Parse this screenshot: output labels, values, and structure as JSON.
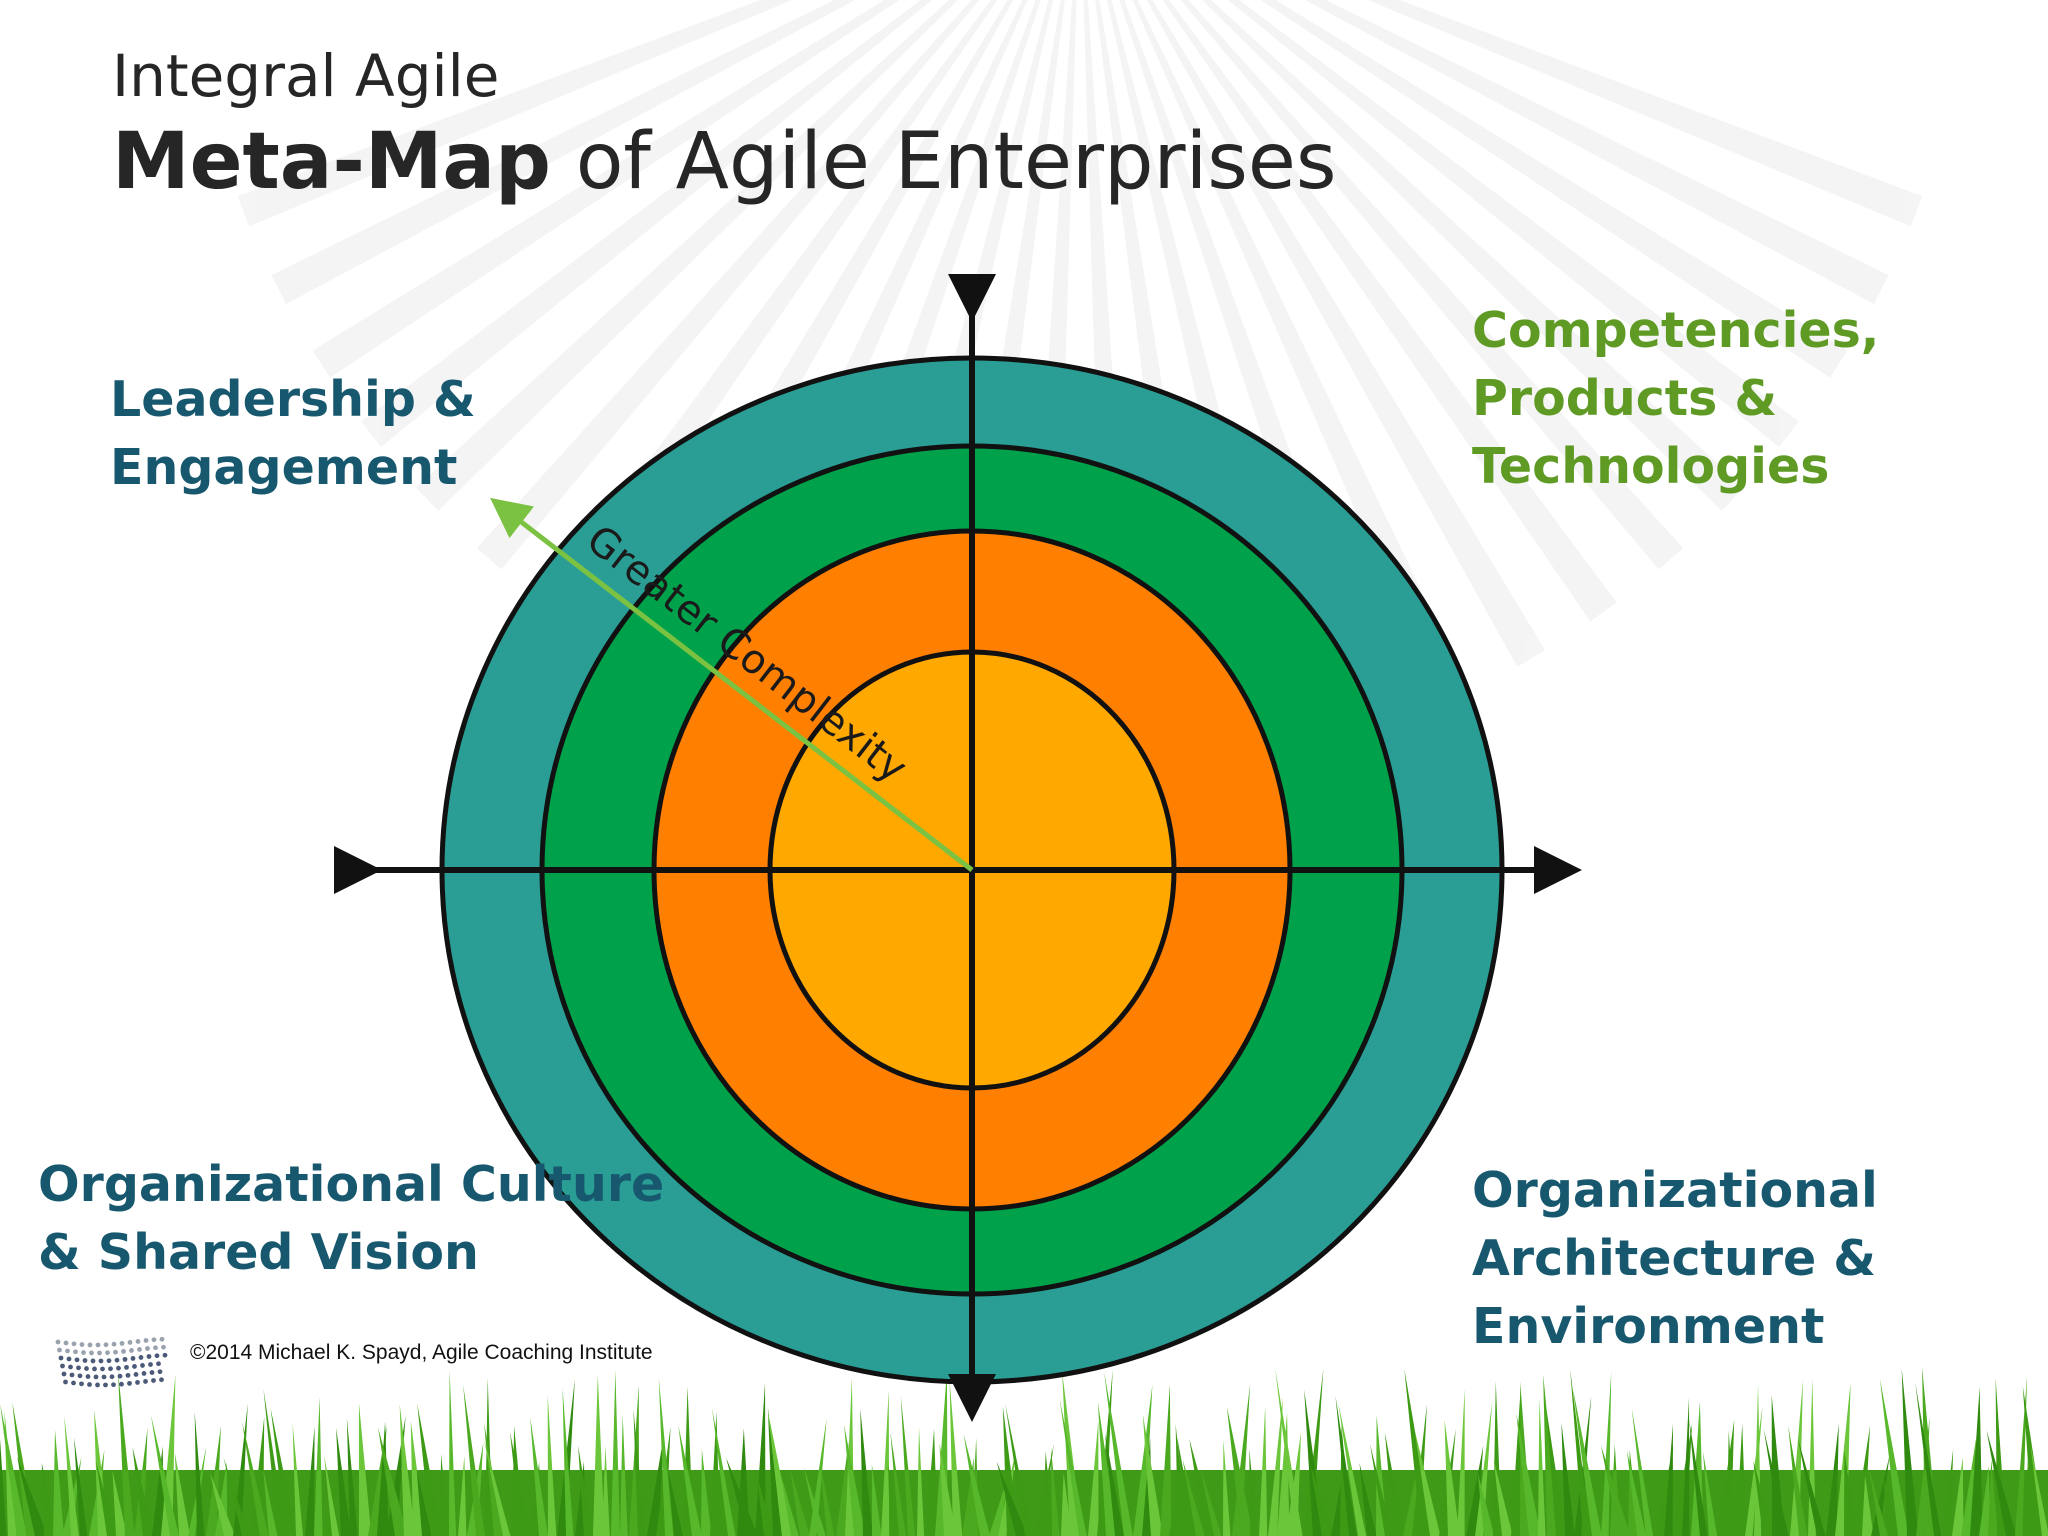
{
  "title": {
    "subtitle": "Integral Agile",
    "main_bold": "Meta-Map",
    "main_rest": " of Agile Enterprises"
  },
  "quadrants": {
    "top_left": [
      "Leadership &",
      "Engagement"
    ],
    "top_right": [
      "Competencies,",
      "Products &",
      "Technologies"
    ],
    "bottom_left": [
      "Organizational Culture",
      "& Shared Vision"
    ],
    "bottom_right": [
      "Organizational",
      "Architecture &",
      "Environment"
    ]
  },
  "complexity_arrow_label": "Greater Complexity",
  "copyright": "©2014 Michael K. Spayd, Agile Coaching Institute",
  "rings": [
    {
      "name": "outer-ring",
      "color": "#2a9d95"
    },
    {
      "name": "second-ring",
      "color": "#00a14b"
    },
    {
      "name": "third-ring",
      "color": "#ff7f00"
    },
    {
      "name": "center-ring",
      "color": "#ffa800"
    }
  ],
  "colors": {
    "label_blue": "#17586f",
    "label_green": "#5e9a24",
    "arrow_green": "#7cc242",
    "grass": "#4caf1e"
  },
  "icons": [
    "globe-dots-logo-icon",
    "sunburst-background",
    "grass-border"
  ]
}
